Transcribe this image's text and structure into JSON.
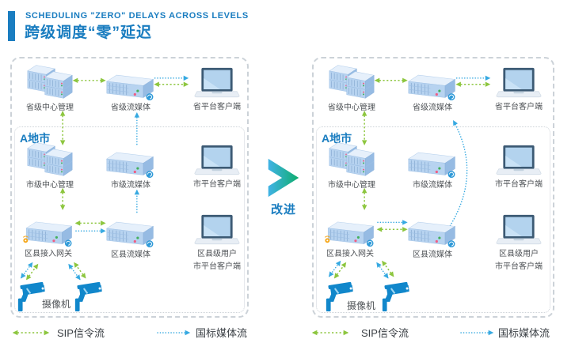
{
  "header": {
    "title_en": "SCHEDULING \"ZERO\" DELAYS ACROSS LEVELS",
    "title_cn": "跨级调度“零”延迟",
    "accent_color": "#1a7dc0"
  },
  "region_label": "A地市",
  "improvement_label": "改进",
  "nodes": {
    "province_mgmt": "省级中心管理",
    "province_stream": "省级流媒体",
    "province_client": "省平台客户端",
    "city_mgmt": "市级中心管理",
    "city_stream": "市级流媒体",
    "city_client": "市平台客户端",
    "district_gateway": "区县接入网关",
    "district_stream": "区县流媒体",
    "district_client_line1": "区县级用户",
    "district_client_line2": "市平台客户端",
    "camera": "摄像机"
  },
  "legend": {
    "sip_label": "SIP信令流",
    "media_label": "国标媒体流",
    "sip_color": "#8dc63f",
    "media_color": "#36a9e1"
  }
}
